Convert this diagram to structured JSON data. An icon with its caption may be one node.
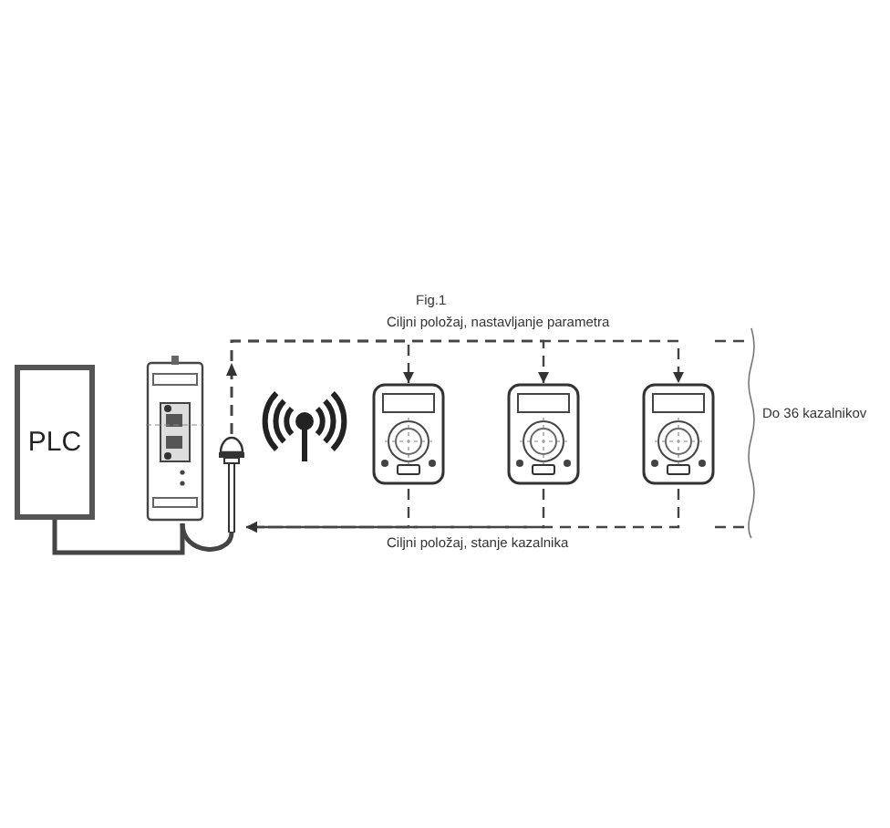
{
  "diagram": {
    "nodes": [
      {
        "text": [
          "PLC"
        ]
      },
      {
        "text": [],
        "shape": "picture"
      },
      {
        "text": [],
        "shape": "picture"
      },
      {
        "text": [],
        "shape": "picture"
      },
      {
        "text": [],
        "shape": "picture"
      },
      {
        "text": [],
        "shape": "picture"
      }
    ],
    "edges": [
      {
        "from": 0,
        "to": 1,
        "arrow": "none"
      },
      {
        "from": 1,
        "to": 2,
        "arrow": "none"
      },
      {
        "from": 2,
        "to": 3,
        "arrow": "to",
        "style": "dashed"
      },
      {
        "from": 2,
        "to": 4,
        "arrow": "to",
        "style": "dashed"
      },
      {
        "from": 2,
        "to": 5,
        "arrow": "to",
        "style": "dashed"
      },
      {
        "from": 3,
        "to": 2,
        "arrow": "to",
        "style": "dashed"
      },
      {
        "from": 4,
        "to": 2,
        "arrow": "to",
        "style": "dashed"
      },
      {
        "from": 5,
        "to": 2,
        "arrow": "to",
        "style": "dashed"
      }
    ],
    "labels": [
      "Fig.1",
      "Ciljni položaj, nastavljanje parametra",
      "Ciljni položaj, stanje kazalnika",
      "Do 36 kazalnikov"
    ]
  }
}
